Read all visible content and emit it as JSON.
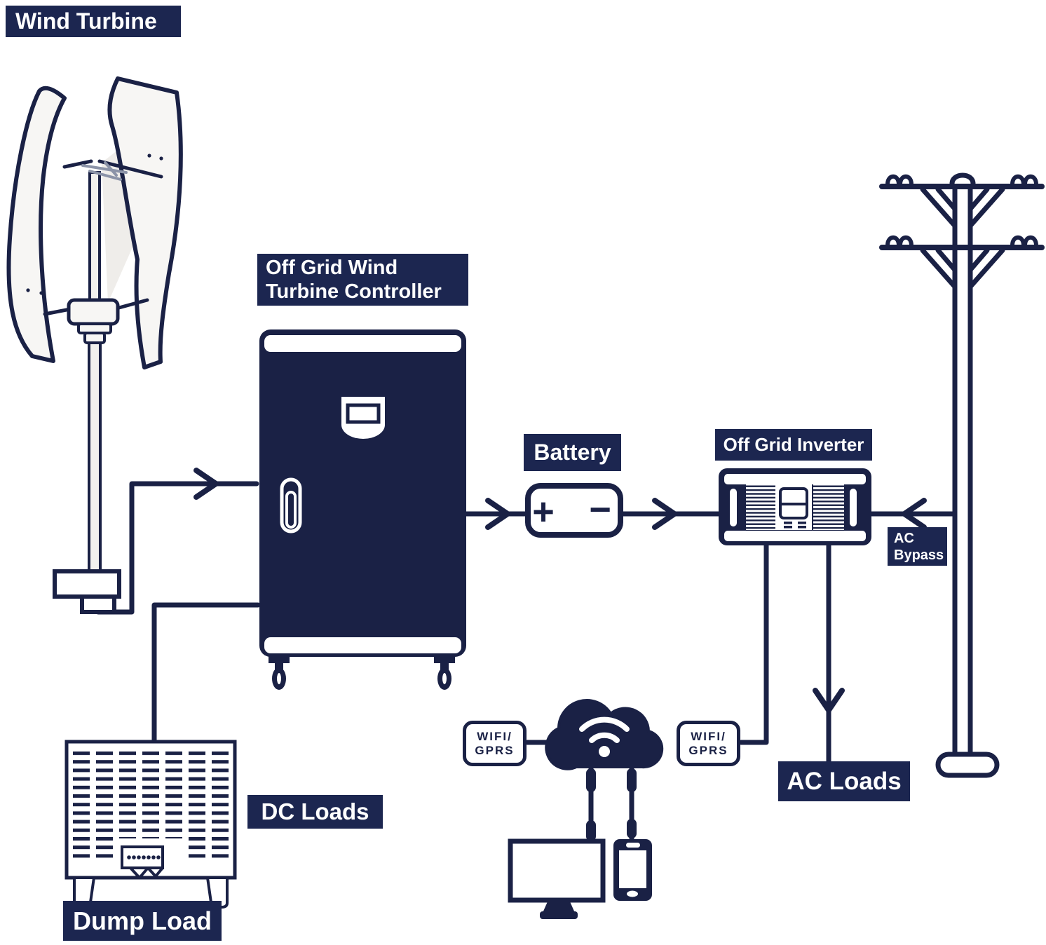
{
  "colors": {
    "navy": "#1a2145",
    "label_bg": "#1c2650",
    "white": "#ffffff",
    "blade_fill": "#f7f6f4",
    "blade_shade": "#edebe7"
  },
  "labels": {
    "wind_turbine": "Wind Turbine",
    "controller": {
      "line1": "Off Grid Wind",
      "line2": "Turbine Controller"
    },
    "battery": "Battery",
    "inverter": "Off Grid Inverter",
    "ac_bypass": {
      "line1": "AC",
      "line2": "Bypass"
    },
    "ac_loads": "AC Loads",
    "dc_loads": "DC Loads",
    "dump_load": "Dump Load",
    "wifi_left": {
      "line1": "WIFI/",
      "line2": "GPRS"
    },
    "wifi_right": {
      "line1": "WIFI/",
      "line2": "GPRS"
    }
  },
  "battery": {
    "plus": "+",
    "minus": "−"
  },
  "connections": [
    {
      "from": "Wind Turbine",
      "to": "Off Grid Wind Turbine Controller",
      "arrow": "right"
    },
    {
      "from": "Off Grid Wind Turbine Controller",
      "to": "Battery",
      "arrow": "right"
    },
    {
      "from": "Battery",
      "to": "Off Grid Inverter",
      "arrow": "right"
    },
    {
      "from": "Utility Pole",
      "to": "Off Grid Inverter",
      "arrow": "left",
      "label": "AC Bypass"
    },
    {
      "from": "Off Grid Inverter",
      "to": "AC Loads",
      "arrow": "down"
    },
    {
      "from": "Off Grid Inverter",
      "to": "WIFI/GPRS (right)",
      "arrow": "none"
    },
    {
      "from": "WIFI/GPRS (right)",
      "to": "Cloud",
      "arrow": "none"
    },
    {
      "from": "WIFI/GPRS (left)",
      "to": "Cloud",
      "arrow": "none"
    },
    {
      "from": "Cloud",
      "to": "Monitor",
      "arrow": "none"
    },
    {
      "from": "Cloud",
      "to": "Phone",
      "arrow": "none"
    },
    {
      "from": "Off Grid Wind Turbine Controller",
      "to": "Dump Load",
      "arrow": "none"
    }
  ]
}
